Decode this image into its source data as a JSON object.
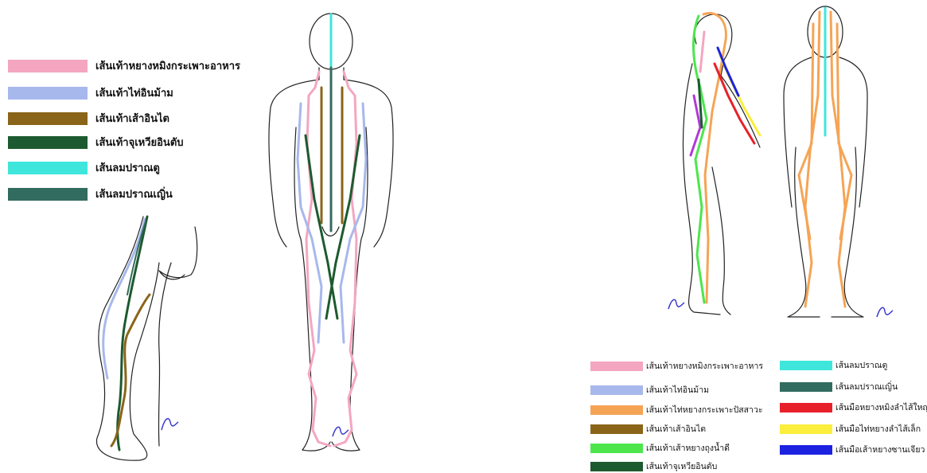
{
  "colors": {
    "pink": "#f4a6c0",
    "light_blue": "#a7b8ec",
    "brown": "#8a6519",
    "dark_green": "#1d5a2f",
    "turquoise": "#3ee6dc",
    "teal": "#326b60",
    "orange": "#f5a455",
    "lime": "#4ce64c",
    "red": "#e8202a",
    "yellow": "#fbee3c",
    "blue": "#1b22e0",
    "purple": "#b03ad6",
    "signature": "#3a3ad0"
  },
  "left_legend": [
    {
      "label": "เส้นเท้าหยางหมิงกระเพาะอาหาร",
      "color": "#f4a6c0"
    },
    {
      "label": "เส้นเท้าไท่อินม้าม",
      "color": "#a7b8ec"
    },
    {
      "label": "เส้นเท้าเส้าอินไต",
      "color": "#8a6519"
    },
    {
      "label": "เส้นเท้าจุเหวียอินตับ",
      "color": "#1d5a2f"
    },
    {
      "label": "เส้นลมปราณตู",
      "color": "#3ee6dc"
    },
    {
      "label": "เส้นลมปราณเญิ่น",
      "color": "#326b60"
    }
  ],
  "right_legend_col1": [
    {
      "label": "เส้นเท้าหยางหมิงกระเพาะอาหาร",
      "color": "#f4a6c0"
    },
    {
      "label": "เส้นเท้าไท่อินม้าม",
      "color": "#a7b8ec"
    },
    {
      "label": "เส้นเท้าไท่หยางกระเพาะปัสสาวะ",
      "color": "#f5a455"
    },
    {
      "label": "เส้นเท้าเส้าอินไต",
      "color": "#8a6519"
    },
    {
      "label": "เส้นเท้าเส้าหยางถุงน้ำดี",
      "color": "#4ce64c"
    },
    {
      "label": "เส้นเท้าจุเหวียอินตับ",
      "color": "#1d5a2f"
    }
  ],
  "right_legend_col2": [
    {
      "label": "เส้นลมปราณตู",
      "color": "#3ee6dc"
    },
    {
      "label": "เส้นลมปราณเญิ่น",
      "color": "#326b60"
    },
    {
      "label": "เส้นมือหยางหมิงลำไส้ใหญ่",
      "color": "#e8202a"
    },
    {
      "label": "เส้นมือไท่หยางลำไส้เล็ก",
      "color": "#fbee3c"
    },
    {
      "label": "เส้นมือเส้าหยางซานเจียว",
      "color": "#1b22e0"
    }
  ]
}
